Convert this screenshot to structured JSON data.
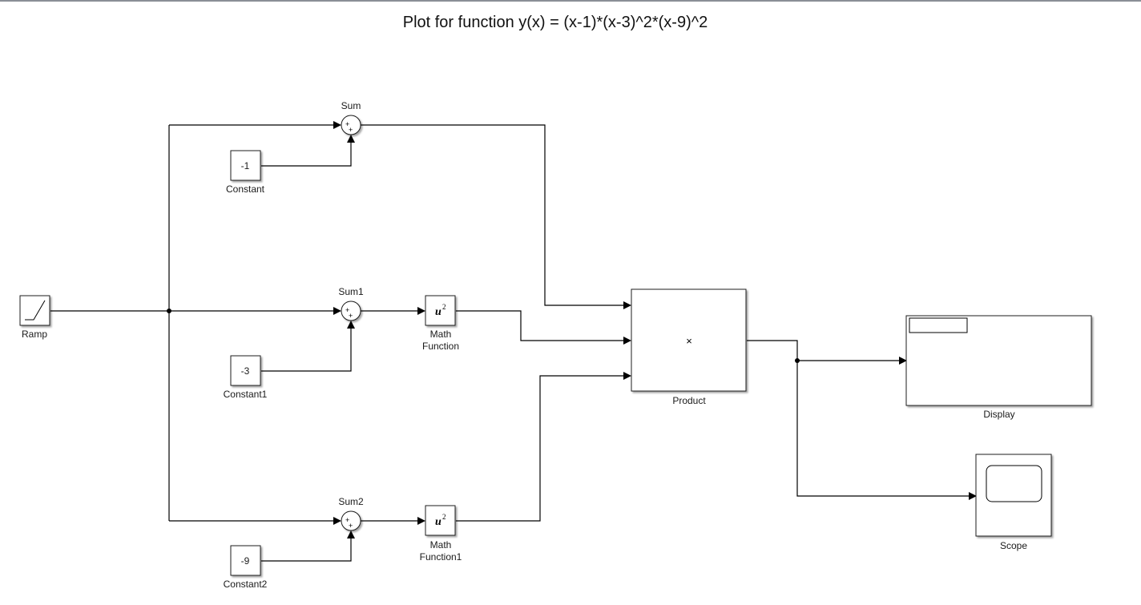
{
  "page": {
    "title": "Plot for function y(x) = (x-1)*(x-3)^2*(x-9)^2"
  },
  "blocks": {
    "ramp": {
      "label": "Ramp",
      "icon": "ramp-icon"
    },
    "constant": {
      "label": "Constant",
      "value": "-1"
    },
    "constant1": {
      "label": "Constant1",
      "value": "-3"
    },
    "constant2": {
      "label": "Constant2",
      "value": "-9"
    },
    "sum": {
      "label": "Sum",
      "signs": [
        "+",
        "+"
      ]
    },
    "sum1": {
      "label": "Sum1",
      "signs": [
        "+",
        "+"
      ]
    },
    "sum2": {
      "label": "Sum2",
      "signs": [
        "+",
        "+"
      ]
    },
    "math_function": {
      "label_line1": "Math",
      "label_line2": "Function",
      "expr_base": "u",
      "expr_exp": "2"
    },
    "math_function1": {
      "label_line1": "Math",
      "label_line2": "Function1",
      "expr_base": "u",
      "expr_exp": "2"
    },
    "product": {
      "label": "Product",
      "symbol": "×"
    },
    "display": {
      "label": "Display",
      "value": ""
    },
    "scope": {
      "label": "Scope"
    }
  }
}
